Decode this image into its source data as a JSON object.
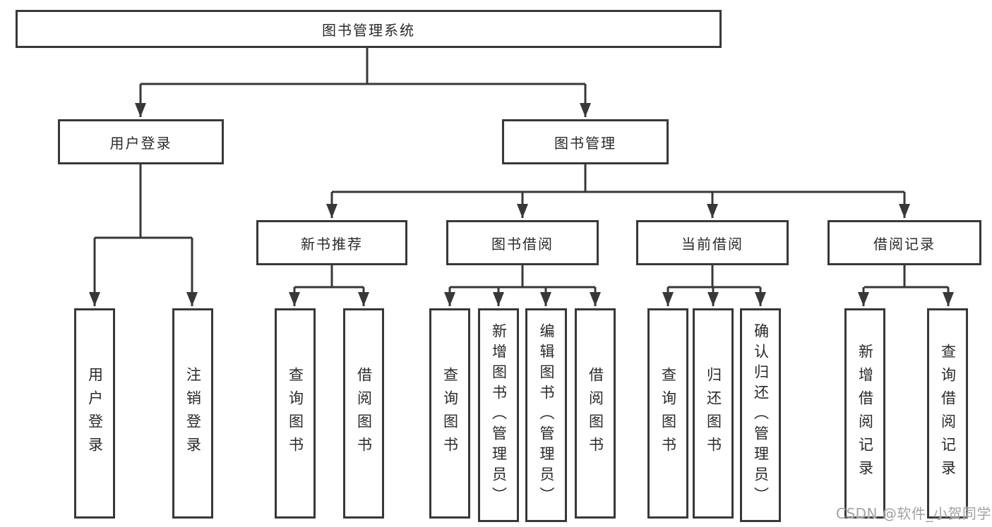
{
  "diagram": {
    "root": "图书管理系统",
    "user_login": {
      "label": "用户登录",
      "leaves": [
        "用户登录",
        "注销登录"
      ]
    },
    "book_management": {
      "label": "图书管理",
      "new_book_recommend": {
        "label": "新书推荐",
        "leaves": [
          "查询图书",
          "借阅图书"
        ]
      },
      "book_borrowing": {
        "label": "图书借阅",
        "leaves": [
          "查询图书",
          "新增图书（管理员）",
          "编辑图书（管理员）",
          "借阅图书"
        ]
      },
      "current_borrowing": {
        "label": "当前借阅",
        "leaves": [
          "查询图书",
          "归还图书",
          "确认归还（管理员）"
        ]
      },
      "borrowing_records": {
        "label": "借阅记录",
        "leaves": [
          "新增借阅记录",
          "查询借阅记录"
        ]
      }
    }
  },
  "watermark": "CSDN @软件_小贺同学",
  "colors": {
    "line": "#383838",
    "box_border": "#383838",
    "text": "#2a2a2a",
    "watermark": "#a3a3a3",
    "background": "#ffffff"
  }
}
